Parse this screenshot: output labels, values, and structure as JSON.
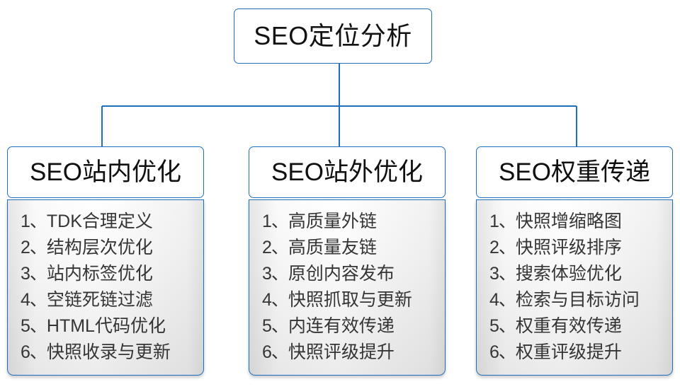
{
  "diagram": {
    "type": "organization-tree",
    "accent_color": "#1f6fc0",
    "root": {
      "title": "SEO定位分析"
    },
    "branches": [
      {
        "title": "SEO站内优化",
        "items": [
          {
            "index": "1、",
            "label": "TDK合理定义"
          },
          {
            "index": "2、",
            "label": "结构层次优化"
          },
          {
            "index": "3、",
            "label": "站内标签优化"
          },
          {
            "index": "4、",
            "label": "空链死链过滤"
          },
          {
            "index": "5、",
            "label": "HTML代码优化"
          },
          {
            "index": "6、",
            "label": "快照收录与更新"
          }
        ]
      },
      {
        "title": "SEO站外优化",
        "items": [
          {
            "index": "1、",
            "label": "高质量外链"
          },
          {
            "index": "2、",
            "label": "高质量友链"
          },
          {
            "index": "3、",
            "label": "原创内容发布"
          },
          {
            "index": "4、",
            "label": "快照抓取与更新"
          },
          {
            "index": "5、",
            "label": "内连有效传递"
          },
          {
            "index": "6、",
            "label": "快照评级提升"
          }
        ]
      },
      {
        "title": "SEO权重传递",
        "items": [
          {
            "index": "1、",
            "label": "快照增缩略图"
          },
          {
            "index": "2、",
            "label": "快照评级排序"
          },
          {
            "index": "3、",
            "label": "搜索体验优化"
          },
          {
            "index": "4、",
            "label": "检索与目标访问"
          },
          {
            "index": "5、",
            "label": "权重有效传递"
          },
          {
            "index": "6、",
            "label": "权重评级提升"
          }
        ]
      }
    ]
  }
}
